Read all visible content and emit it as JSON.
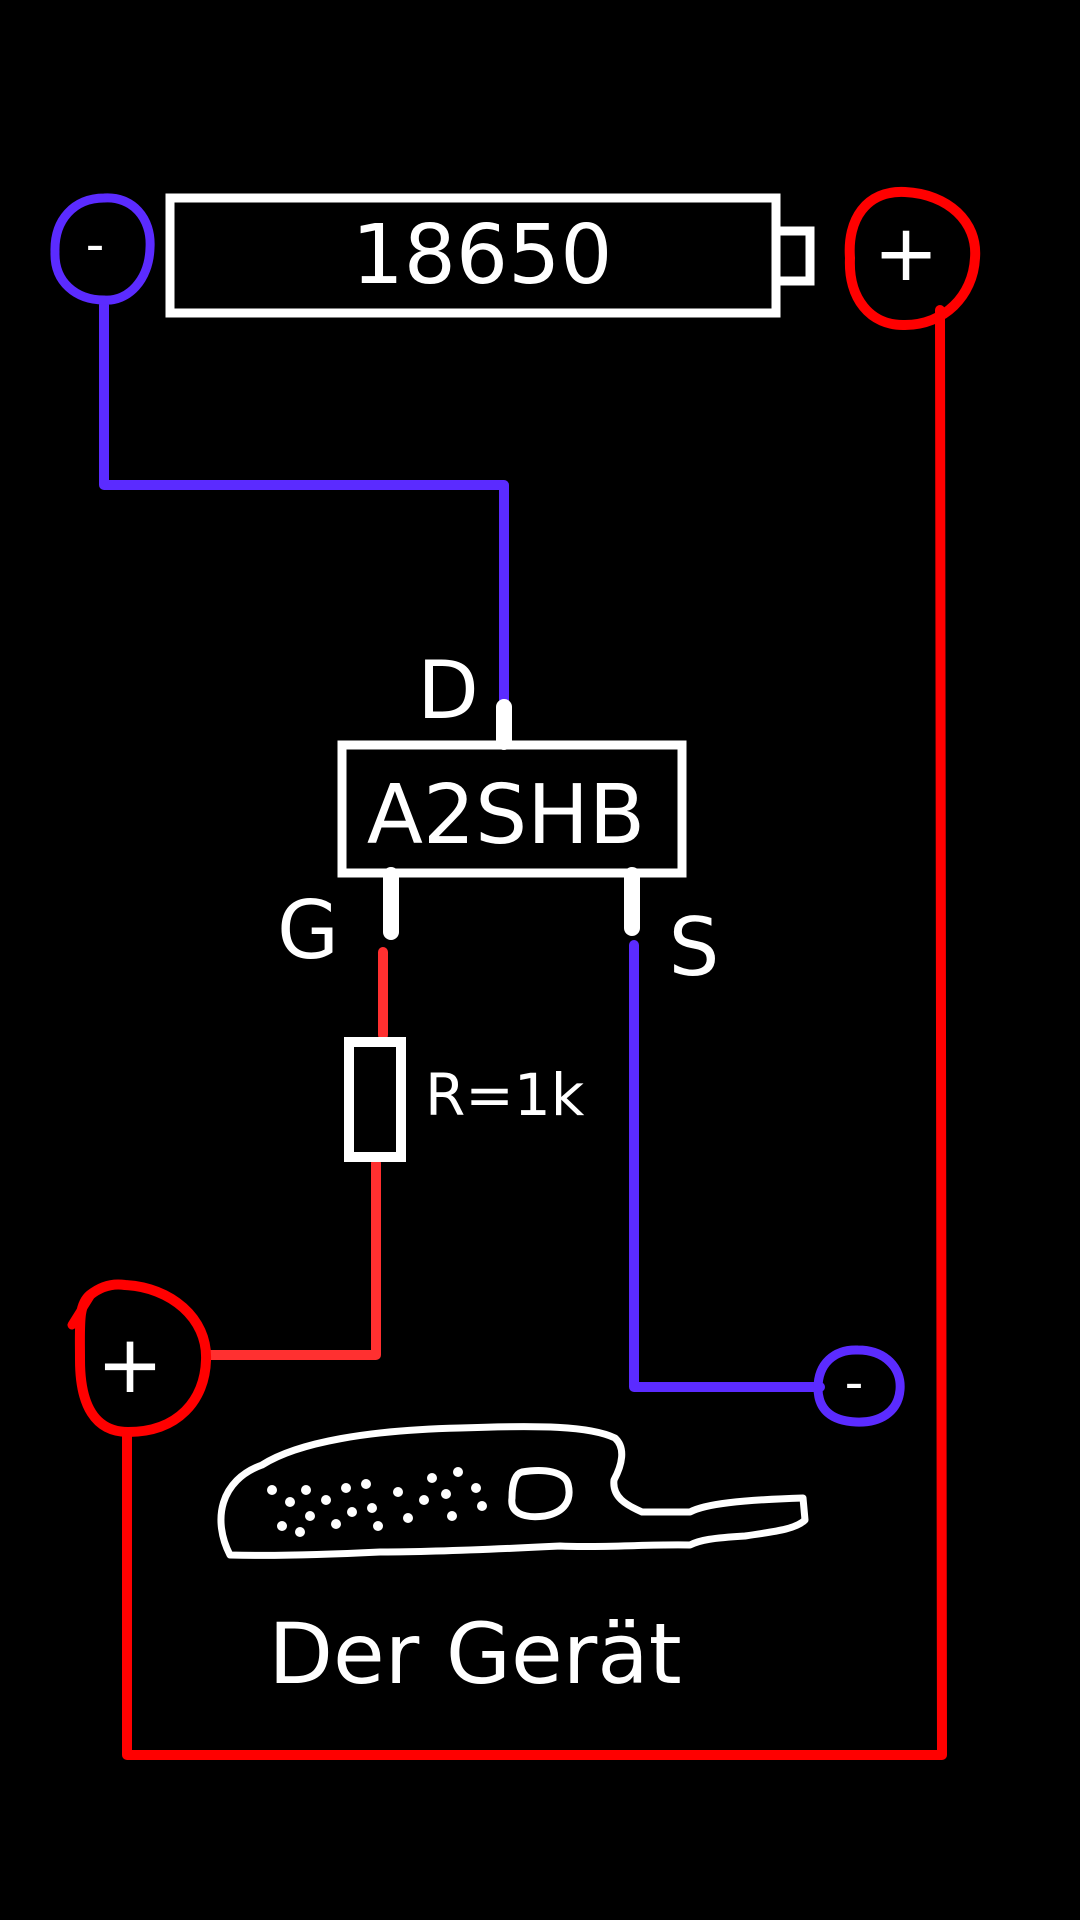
{
  "colors": {
    "background": "#000000",
    "negative_wire": "#5b2bff",
    "positive_wire": "#ff0000",
    "gate_wire": "#ff3030",
    "outline": "#ffffff"
  },
  "battery": {
    "label": "18650",
    "negative_terminal": "-",
    "positive_terminal": "+"
  },
  "mosfet": {
    "label": "A2SHB",
    "drain_label": "D",
    "gate_label": "G",
    "source_label": "S"
  },
  "resistor": {
    "label": "R=1k"
  },
  "device": {
    "label": "Der Gerät",
    "positive_terminal": "+",
    "negative_terminal": "-",
    "icon": "flashlight-icon"
  }
}
